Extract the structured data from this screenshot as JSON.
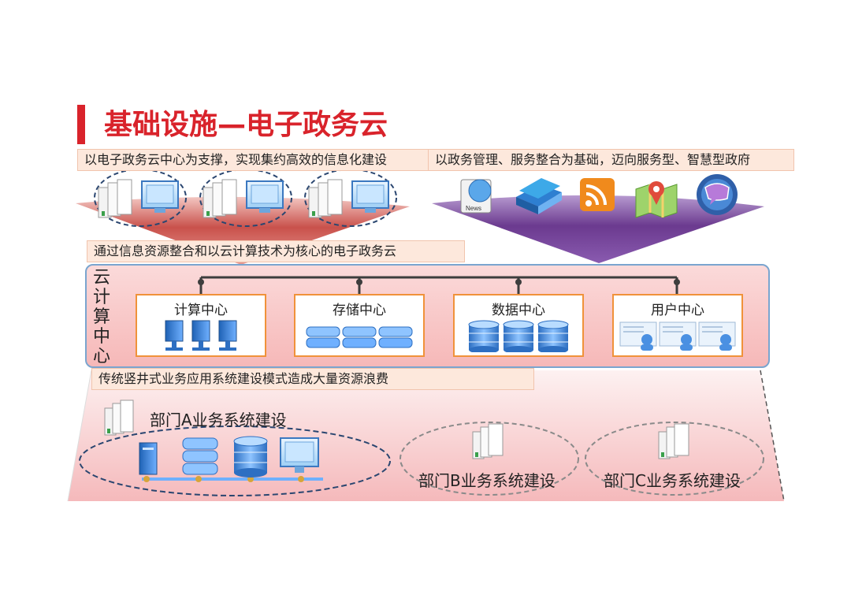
{
  "title": "基础设施—电子政务云",
  "label_left": "以电子政务云中心为支撑，实现集约高效的信息化建设",
  "label_right": "以政务管理、服务整合为基础，迈向服务型、智慧型政府",
  "label_middle": "通过信息资源整合和以云计算技术为核心的电子政务云",
  "label_bottom": "传统竖井式业务应用系统建设模式造成大量资源浪费",
  "cloud_center_title": "云计算中心",
  "centers": [
    {
      "name": "计算中心",
      "icon": "server-tower-icon"
    },
    {
      "name": "存储中心",
      "icon": "storage-drive-icon"
    },
    {
      "name": "数据中心",
      "icon": "database-icon"
    },
    {
      "name": "用户中心",
      "icon": "user-card-icon"
    }
  ],
  "news_icon_text": "News",
  "departments": {
    "a": "部门A业务系统建设",
    "b": "部门B业务系统建设",
    "c": "部门C业务系统建设"
  },
  "colors": {
    "title_red": "#d9232b",
    "label_bg": "#fde8dc",
    "funnel_left": "#c9514b",
    "funnel_right": "#6b3a8f",
    "center_border": "#f0923a",
    "panel_border": "#7aa5cf"
  },
  "right_icons": [
    "news-icon",
    "book-icon",
    "rss-icon",
    "map-pin-icon",
    "chat-globe-icon"
  ]
}
